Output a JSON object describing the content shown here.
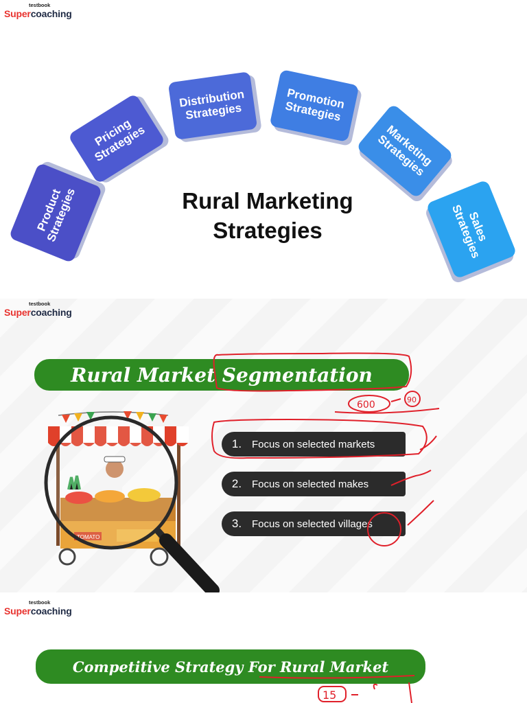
{
  "brand": {
    "top": "testbook",
    "main_s": "S",
    "main_super": "uper",
    "main_rest": "coaching"
  },
  "slide1": {
    "title_line1": "Rural Marketing",
    "title_line2": "Strategies",
    "tiles": [
      {
        "line1": "Product",
        "line2": "Strategies",
        "color": "#4b4fc7"
      },
      {
        "line1": "Pricing",
        "line2": "Strategies",
        "color": "#4d5ad2"
      },
      {
        "line1": "Distribution",
        "line2": "Strategies",
        "color": "#4c6ad9"
      },
      {
        "line1": "Promotion",
        "line2": "Strategies",
        "color": "#3f7ee3"
      },
      {
        "line1": "Marketing",
        "line2": "Strategies",
        "color": "#3a8ee8"
      },
      {
        "line1": "Sales",
        "line2": "Strategies",
        "color": "#2ba3f0"
      }
    ]
  },
  "slide2": {
    "banner": "Rural Market Segmentation",
    "items": [
      {
        "num": "1.",
        "text": "Focus on selected markets"
      },
      {
        "num": "2.",
        "text": "Focus on selected makes"
      },
      {
        "num": "3.",
        "text": "Focus on selected villages"
      }
    ],
    "cart_sign": "TOMATO",
    "handwriting": {
      "left": "600",
      "right": "90"
    }
  },
  "slide3": {
    "banner": "Competitive Strategy For Rural Market",
    "handwriting": "15"
  },
  "colors": {
    "green_banner": "#2e8b22",
    "red_ink": "#e0202a",
    "pill": "#2b2b2b"
  }
}
